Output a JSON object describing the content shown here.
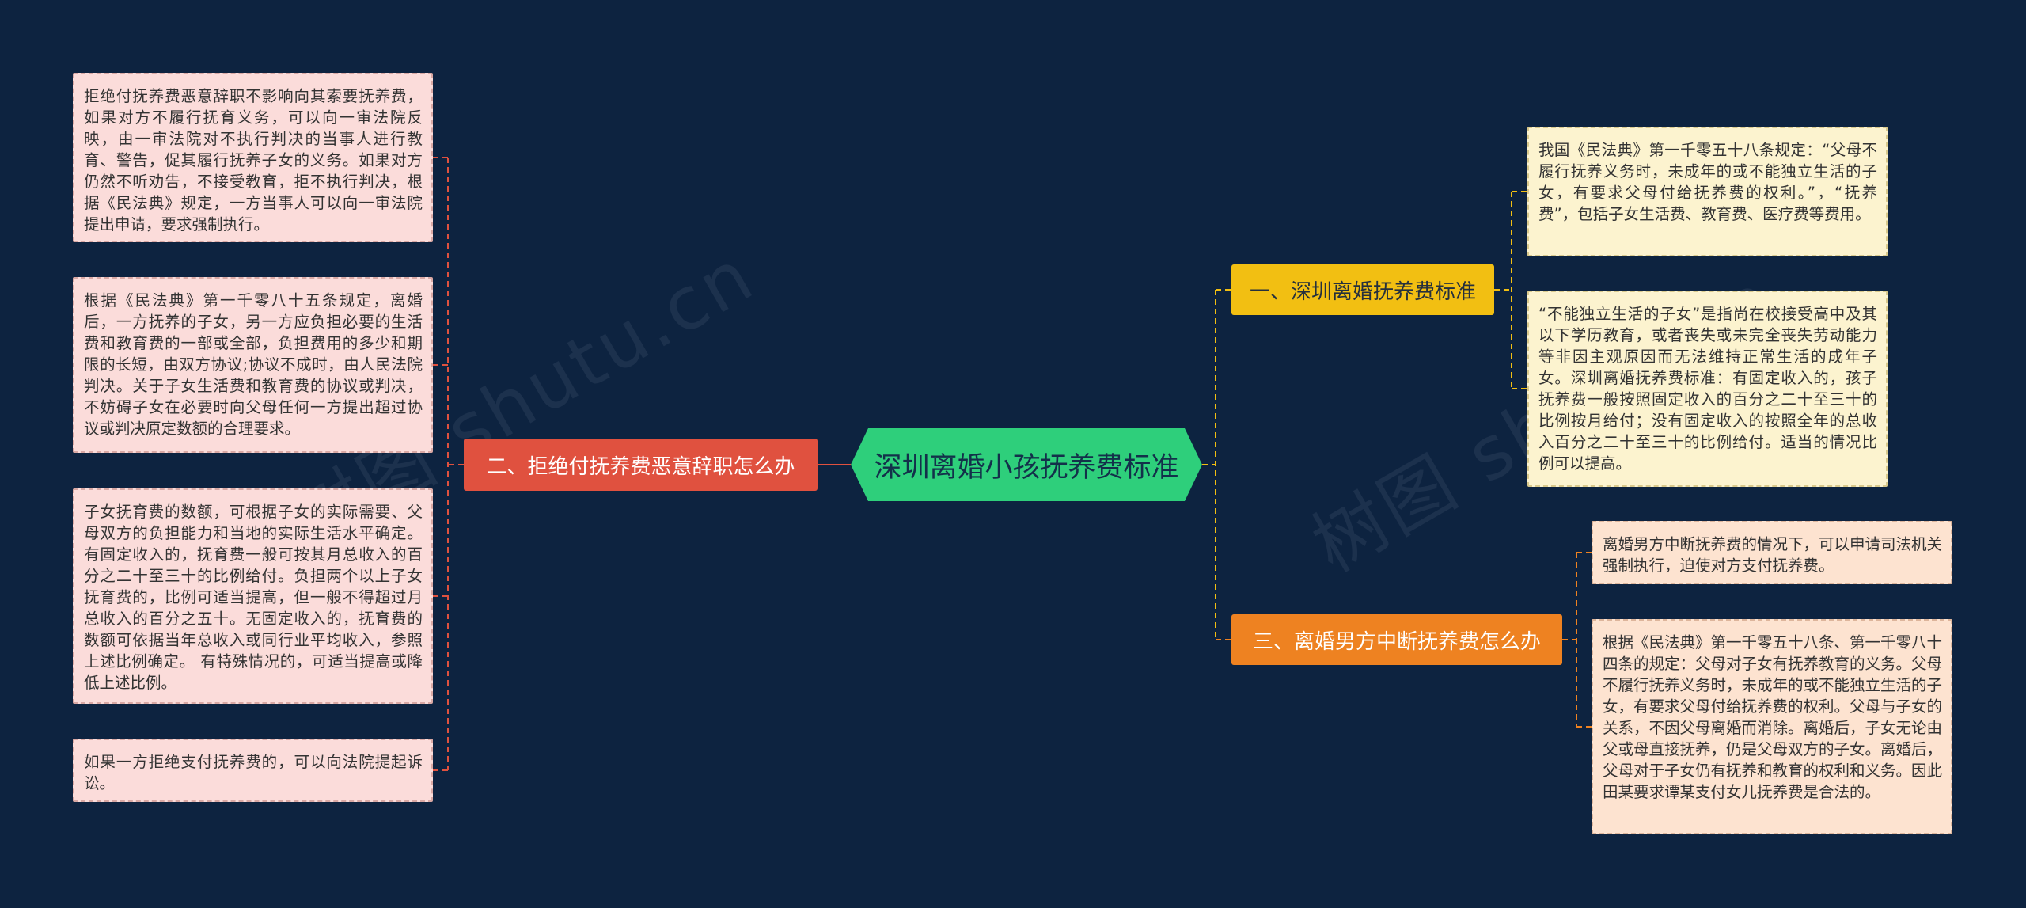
{
  "diagram": {
    "central": "深圳离婚小孩抚养费标准",
    "topics": {
      "left": "二、拒绝付抚养费恶意辞职怎么办",
      "right_top": "一、深圳离婚抚养费标准",
      "right_bottom": "三、离婚男方中断抚养费怎么办"
    },
    "leaves": {
      "left_1": "拒绝付抚养费恶意辞职不影响向其索要抚养费，如果对方不履行抚育义务，可以向一审法院反映，由一审法院对不执行判决的当事人进行教育、警告，促其履行抚养子女的义务。如果对方仍然不听劝告，不接受教育，拒不执行判决，根据《民法典》规定，一方当事人可以向一审法院提出申请，要求强制执行。",
      "left_2": "根据《民法典》第一千零八十五条规定，离婚后，一方抚养的子女，另一方应负担必要的生活费和教育费的一部或全部，负担费用的多少和期限的长短，由双方协议;协议不成时，由人民法院判决。关于子女生活费和教育费的协议或判决，不妨碍子女在必要时向父母任何一方提出超过协议或判决原定数额的合理要求。",
      "left_3": "子女抚育费的数额，可根据子女的实际需要、父母双方的负担能力和当地的实际生活水平确定。有固定收入的，抚育费一般可按其月总收入的百分之二十至三十的比例给付。负担两个以上子女抚育费的，比例可适当提高，但一般不得超过月总收入的百分之五十。无固定收入的，抚育费的数额可依据当年总收入或同行业平均收入，参照上述比例确定。 有特殊情况的，可适当提高或降低上述比例。",
      "left_4": "如果一方拒绝支付抚养费的，可以向法院提起诉讼。",
      "right_1": "我国《民法典》第一千零五十八条规定：“父母不履行抚养义务时，未成年的或不能独立生活的子女，有要求父母付给抚养费的权利。”，“抚养费”，包括子女生活费、教育费、医疗费等费用。",
      "right_2": "“不能独立生活的子女”是指尚在校接受高中及其以下学历教育，或者丧失或未完全丧失劳动能力等非因主观原因而无法维持正常生活的成年子女。深圳离婚抚养费标准：有固定收入的，孩子抚养费一般按照固定收入的百分之二十至三十的比例按月给付；没有固定收入的按照全年的总收入百分之二十至三十的比例给付。适当的情况比例可以提高。",
      "right_3": "离婚男方中断抚养费的情况下，可以申请司法机关强制执行，迫使对方支付抚养费。",
      "right_4": "根据《民法典》第一千零五十八条、第一千零八十四条的规定：父母对子女有抚养教育的义务。父母不履行抚养义务时，未成年的或不能独立生活的子女，有要求父母付给抚养费的权利。父母与子女的关系，不因父母离婚而消除。离婚后，子女无论由父或母直接抚养，仍是父母双方的子女。离婚后，父母对于子女仍有抚养和教育的权利和义务。因此田某要求谭某支付女儿抚养费是合法的。"
    }
  },
  "watermarks": [
    "树图 shutu.cn",
    "树图 shutu.cn"
  ],
  "colors": {
    "background": "#0d2340",
    "central": "#2ecf7b",
    "topic_red": "#e0513f",
    "topic_yellow": "#f2bf12",
    "topic_orange": "#ee8221",
    "leaf_pink": "#fbdcda",
    "leaf_cream": "#fcf3cf",
    "leaf_peach": "#fde3d0"
  }
}
